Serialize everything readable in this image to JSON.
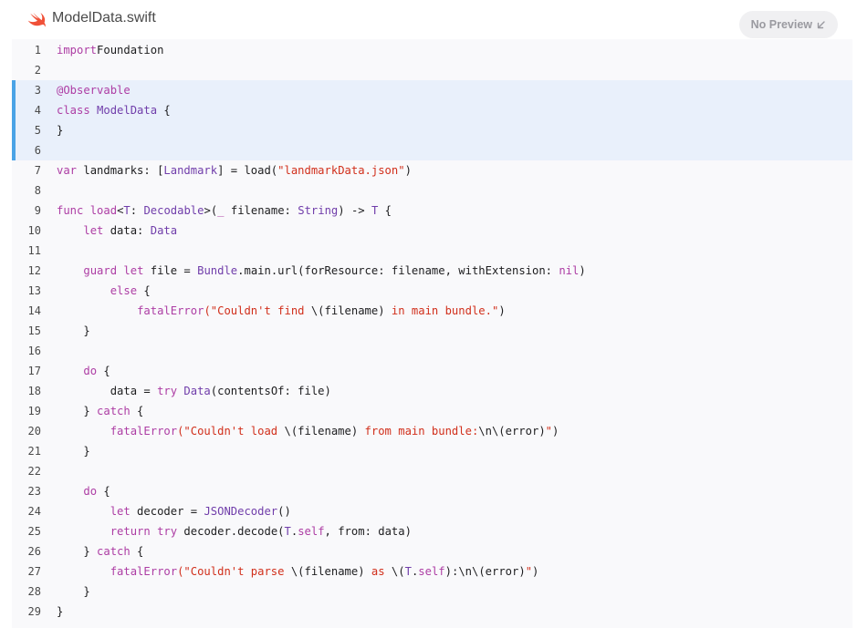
{
  "header": {
    "file_name": "ModelData.swift",
    "no_preview_label": "No Preview",
    "icon": "swift-icon",
    "expand_icon": "arrow-down-left-icon"
  },
  "colors": {
    "keyword": "#ad3da4",
    "type": "#703daa",
    "string": "#d12f1b",
    "highlight_bg": "#e9f0fb",
    "highlight_bar": "#4aa3e6",
    "swift_orange": "#f05138"
  },
  "highlighted_lines": [
    3,
    4,
    5,
    6
  ],
  "code": [
    {
      "n": "1",
      "segs": [
        [
          "kw",
          "import"
        ],
        [
          "",
          "Foundation"
        ]
      ]
    },
    {
      "n": "2",
      "segs": []
    },
    {
      "n": "3",
      "segs": [
        [
          "kw",
          "@Observable"
        ]
      ]
    },
    {
      "n": "4",
      "segs": [
        [
          "kw",
          "class"
        ],
        [
          "",
          " "
        ],
        [
          "ty",
          "ModelData"
        ],
        [
          "",
          " {"
        ]
      ]
    },
    {
      "n": "5",
      "segs": [
        [
          "",
          "}"
        ]
      ]
    },
    {
      "n": "6",
      "segs": []
    },
    {
      "n": "7",
      "segs": [
        [
          "kw",
          "var"
        ],
        [
          "",
          " landmarks: ["
        ],
        [
          "ty",
          "Landmark"
        ],
        [
          "",
          "] = load("
        ],
        [
          "st",
          "\"landmarkData.json\""
        ],
        [
          "",
          ")"
        ]
      ]
    },
    {
      "n": "8",
      "segs": []
    },
    {
      "n": "9",
      "segs": [
        [
          "kw",
          "func"
        ],
        [
          "",
          " "
        ],
        [
          "kw",
          "load"
        ],
        [
          "",
          "<"
        ],
        [
          "ty",
          "T"
        ],
        [
          "",
          ": "
        ],
        [
          "ty",
          "Decodable"
        ],
        [
          "",
          ">("
        ],
        [
          "kw",
          "_"
        ],
        [
          "",
          " filename: "
        ],
        [
          "ty",
          "String"
        ],
        [
          "",
          ") -> "
        ],
        [
          "ty",
          "T"
        ],
        [
          "",
          " {"
        ]
      ]
    },
    {
      "n": "10",
      "segs": [
        [
          "",
          "    "
        ],
        [
          "kw",
          "let"
        ],
        [
          "",
          " data: "
        ],
        [
          "ty",
          "Data"
        ]
      ]
    },
    {
      "n": "11",
      "segs": []
    },
    {
      "n": "12",
      "segs": [
        [
          "",
          "    "
        ],
        [
          "kw",
          "guard"
        ],
        [
          "",
          " "
        ],
        [
          "kw",
          "let"
        ],
        [
          "",
          " file = "
        ],
        [
          "ty",
          "Bundle"
        ],
        [
          "",
          ".main.url(forResource: filename, withExtension: "
        ],
        [
          "kw",
          "nil"
        ],
        [
          "",
          ")"
        ]
      ]
    },
    {
      "n": "13",
      "segs": [
        [
          "",
          "        "
        ],
        [
          "kw",
          "else"
        ],
        [
          "",
          " {"
        ]
      ]
    },
    {
      "n": "14",
      "segs": [
        [
          "",
          "            "
        ],
        [
          "kw",
          "fatalError"
        ],
        [
          "st",
          "(\"Couldn't find "
        ],
        [
          "",
          "\\(filename)"
        ],
        [
          "st",
          " in main bundle.\""
        ],
        [
          "",
          ")"
        ]
      ]
    },
    {
      "n": "15",
      "segs": [
        [
          "",
          "    }"
        ]
      ]
    },
    {
      "n": "16",
      "segs": []
    },
    {
      "n": "17",
      "segs": [
        [
          "",
          "    "
        ],
        [
          "kw",
          "do"
        ],
        [
          "",
          " {"
        ]
      ]
    },
    {
      "n": "18",
      "segs": [
        [
          "",
          "        data = "
        ],
        [
          "kw",
          "try"
        ],
        [
          "",
          " "
        ],
        [
          "ty",
          "Data"
        ],
        [
          "",
          "(contentsOf: file)"
        ]
      ]
    },
    {
      "n": "19",
      "segs": [
        [
          "",
          "    } "
        ],
        [
          "kw",
          "catch"
        ],
        [
          "",
          " {"
        ]
      ]
    },
    {
      "n": "20",
      "segs": [
        [
          "",
          "        "
        ],
        [
          "kw",
          "fatalError"
        ],
        [
          "st",
          "(\"Couldn't load "
        ],
        [
          "",
          "\\(filename)"
        ],
        [
          "st",
          " from main bundle:"
        ],
        [
          "",
          "\\n\\(error)"
        ],
        [
          "st",
          "\""
        ],
        [
          "",
          ")"
        ]
      ]
    },
    {
      "n": "21",
      "segs": [
        [
          "",
          "    }"
        ]
      ]
    },
    {
      "n": "22",
      "segs": []
    },
    {
      "n": "23",
      "segs": [
        [
          "",
          "    "
        ],
        [
          "kw",
          "do"
        ],
        [
          "",
          " {"
        ]
      ]
    },
    {
      "n": "24",
      "segs": [
        [
          "",
          "        "
        ],
        [
          "kw",
          "let"
        ],
        [
          "",
          " decoder = "
        ],
        [
          "ty",
          "JSONDecoder"
        ],
        [
          "",
          "()"
        ]
      ]
    },
    {
      "n": "25",
      "segs": [
        [
          "",
          "        "
        ],
        [
          "kw",
          "return"
        ],
        [
          "",
          " "
        ],
        [
          "kw",
          "try"
        ],
        [
          "",
          " decoder.decode("
        ],
        [
          "ty",
          "T"
        ],
        [
          "",
          "."
        ],
        [
          "kw",
          "self"
        ],
        [
          "",
          ", from: data)"
        ]
      ]
    },
    {
      "n": "26",
      "segs": [
        [
          "",
          "    } "
        ],
        [
          "kw",
          "catch"
        ],
        [
          "",
          " {"
        ]
      ]
    },
    {
      "n": "27",
      "segs": [
        [
          "",
          "        "
        ],
        [
          "kw",
          "fatalError"
        ],
        [
          "st",
          "(\"Couldn't parse "
        ],
        [
          "",
          "\\(filename)"
        ],
        [
          "st",
          " as "
        ],
        [
          "",
          "\\("
        ],
        [
          "ty",
          "T"
        ],
        [
          "",
          "."
        ],
        [
          "kw",
          "self"
        ],
        [
          "",
          "):\\n\\(error)"
        ],
        [
          "st",
          "\""
        ],
        [
          "",
          ")"
        ]
      ]
    },
    {
      "n": "28",
      "segs": [
        [
          "",
          "    }"
        ]
      ]
    },
    {
      "n": "29",
      "segs": [
        [
          "",
          "}"
        ]
      ]
    }
  ]
}
